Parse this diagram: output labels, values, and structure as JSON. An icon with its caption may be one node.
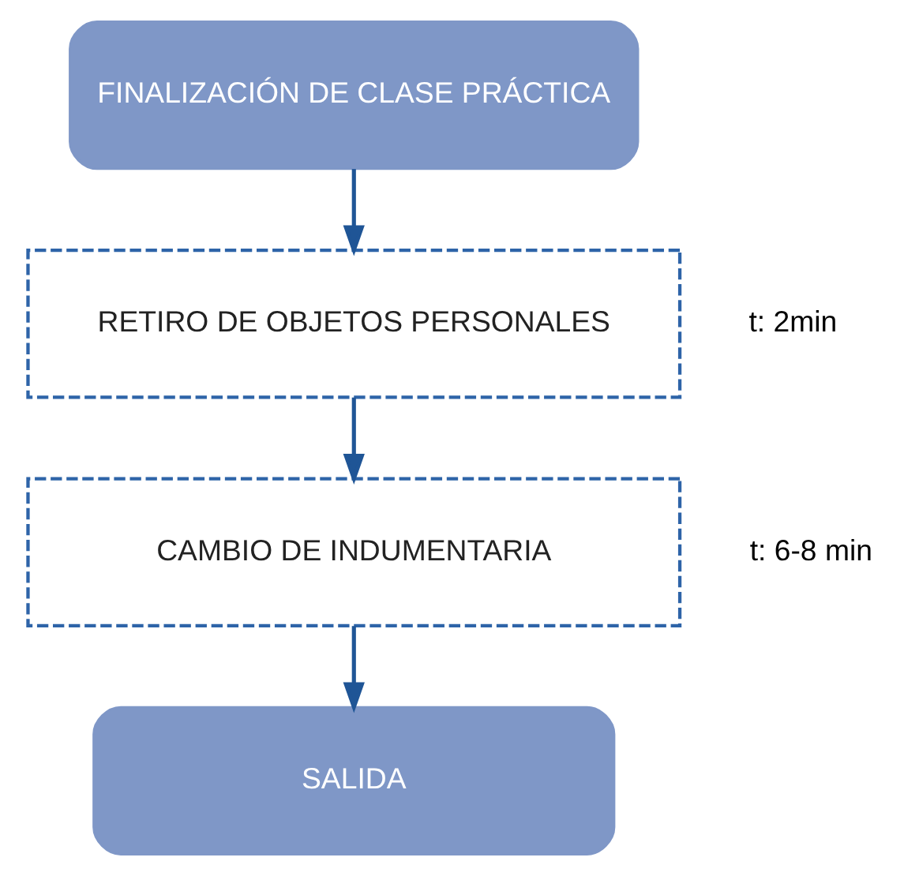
{
  "diagram": {
    "nodes": [
      {
        "text": [
          "FINALIZACIÓN DE CLASE PRÁCTICA"
        ]
      },
      {
        "text": [
          "RETIRO DE OBJETOS PERSONALES"
        ],
        "beside": [
          "t: 2min"
        ]
      },
      {
        "text": [
          "CAMBIO DE INDUMENTARIA"
        ],
        "beside": [
          "t: 6-8 min"
        ]
      },
      {
        "text": [
          "SALIDA"
        ]
      }
    ],
    "edges": [
      {
        "from": 0,
        "to": 1,
        "arrow": "to"
      },
      {
        "from": 1,
        "to": 2,
        "arrow": "to"
      },
      {
        "from": 2,
        "to": 3,
        "arrow": "to"
      }
    ]
  }
}
